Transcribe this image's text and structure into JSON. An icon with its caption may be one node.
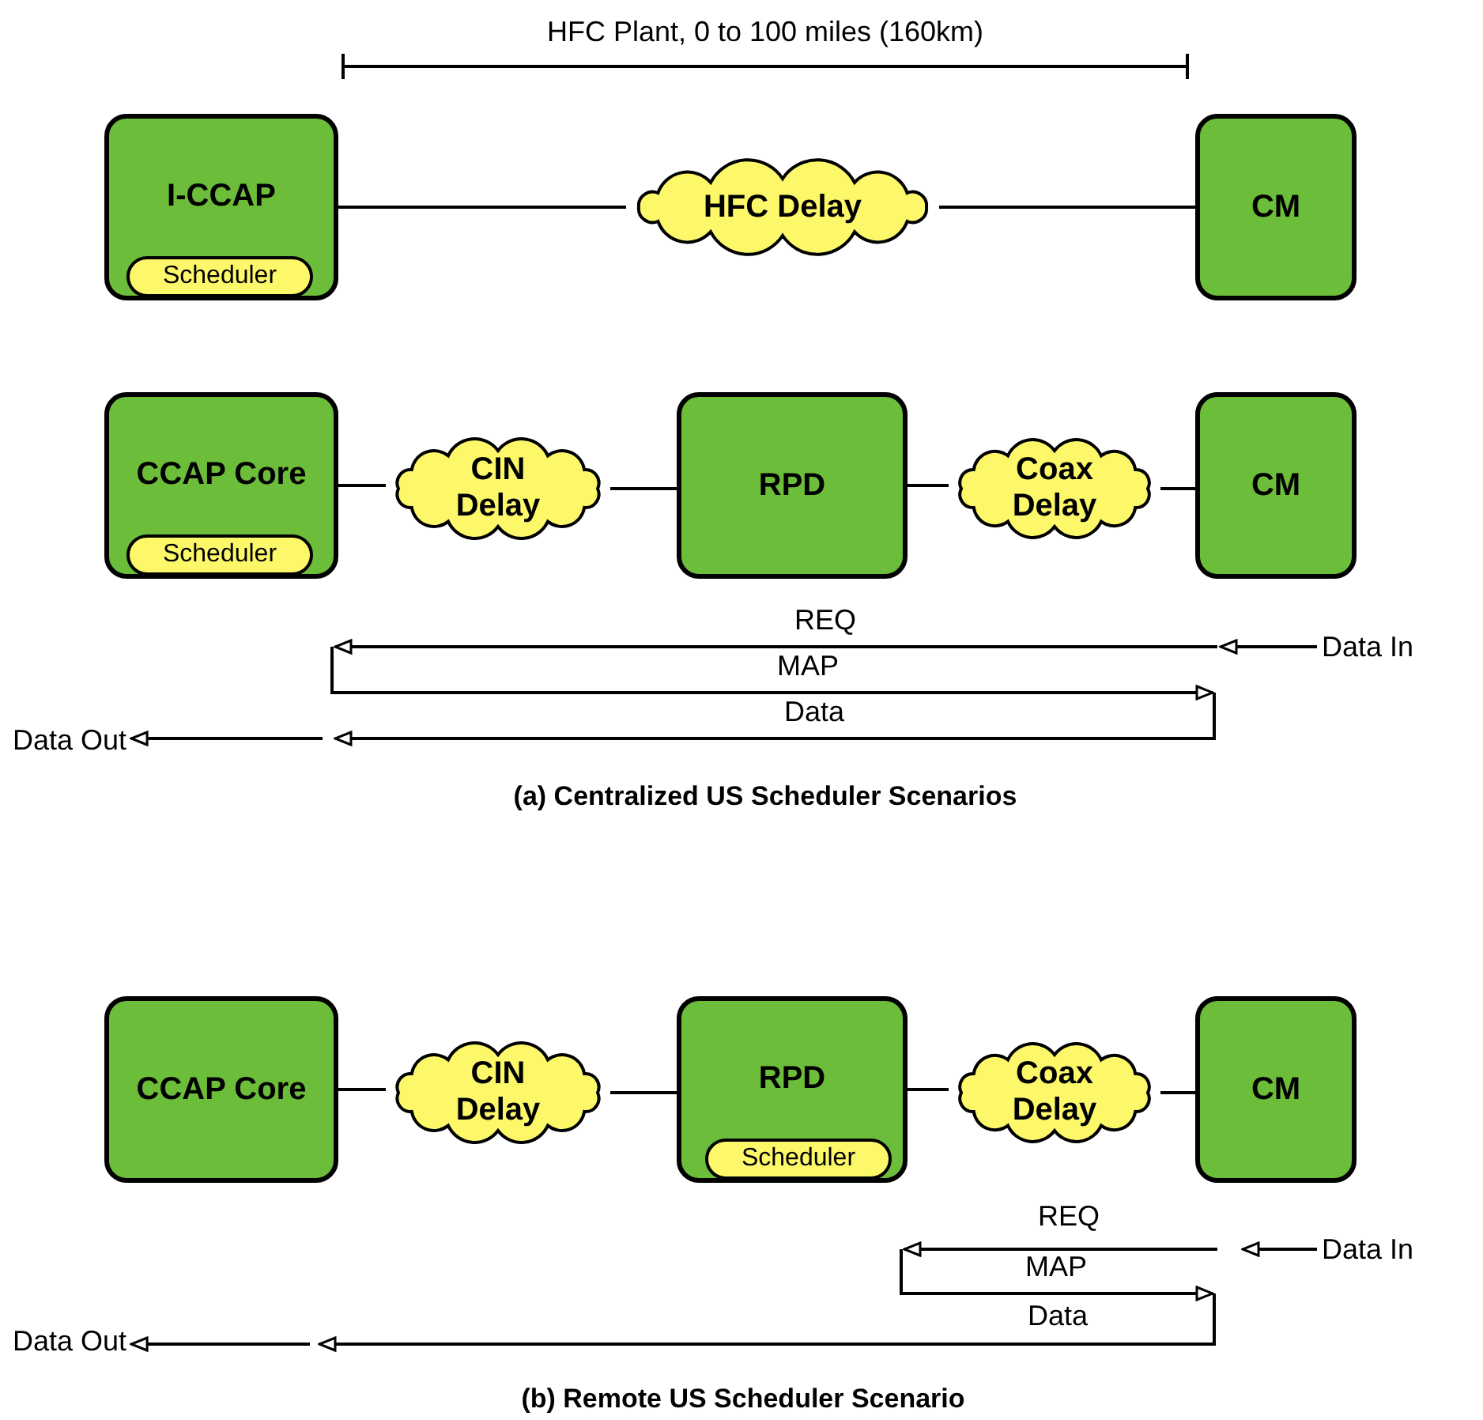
{
  "diagram": {
    "nodes": [
      {
        "text": [
          "I-CCAP"
        ]
      },
      {
        "text": [
          "Scheduler"
        ],
        "in": 0
      },
      {
        "text": [
          "HFC Delay"
        ]
      },
      {
        "text": [
          "CM"
        ]
      },
      {
        "text": [
          "CCAP Core"
        ]
      },
      {
        "text": [
          "Scheduler"
        ],
        "in": 4
      },
      {
        "text": [
          "CIN Delay"
        ]
      },
      {
        "text": [
          "RPD"
        ]
      },
      {
        "text": [
          "Coax Delay"
        ]
      },
      {
        "text": [
          "CM"
        ]
      },
      {
        "text": [
          "Data In"
        ]
      },
      {
        "text": [
          "Data Out"
        ]
      },
      {
        "text": [
          "CCAP Core"
        ]
      },
      {
        "text": [
          "CIN Delay"
        ]
      },
      {
        "text": [
          "RPD"
        ]
      },
      {
        "text": [
          "Scheduler"
        ],
        "in": 14
      },
      {
        "text": [
          "Coax Delay"
        ]
      },
      {
        "text": [
          "CM"
        ]
      },
      {
        "text": [
          "Data In"
        ]
      },
      {
        "text": [
          "Data Out"
        ]
      }
    ],
    "edges": [
      {
        "from": 0,
        "to": 2,
        "arrow": "none"
      },
      {
        "from": 2,
        "to": 3,
        "arrow": "none"
      },
      {
        "from": 4,
        "to": 6,
        "arrow": "none"
      },
      {
        "from": 6,
        "to": 7,
        "arrow": "none"
      },
      {
        "from": 7,
        "to": 8,
        "arrow": "none"
      },
      {
        "from": 8,
        "to": 9,
        "arrow": "none"
      },
      {
        "from": 10,
        "to": null,
        "arrow": "to"
      },
      {
        "from": null,
        "to": 11,
        "arrow": "to"
      },
      {
        "from": 12,
        "to": 13,
        "arrow": "none"
      },
      {
        "from": 13,
        "to": 14,
        "arrow": "none"
      },
      {
        "from": 14,
        "to": 16,
        "arrow": "none"
      },
      {
        "from": 16,
        "to": 17,
        "arrow": "none"
      },
      {
        "from": 18,
        "to": null,
        "arrow": "to"
      },
      {
        "from": null,
        "to": 19,
        "arrow": "to"
      }
    ],
    "labels": [
      "HFC Plant, 0 to 100 miles (160km)",
      "REQ",
      "MAP",
      "Data",
      "(a) Centralized US Scheduler Scenarios",
      "REQ",
      "MAP",
      "Data",
      "(b) Remote US Scheduler Scenario"
    ]
  }
}
